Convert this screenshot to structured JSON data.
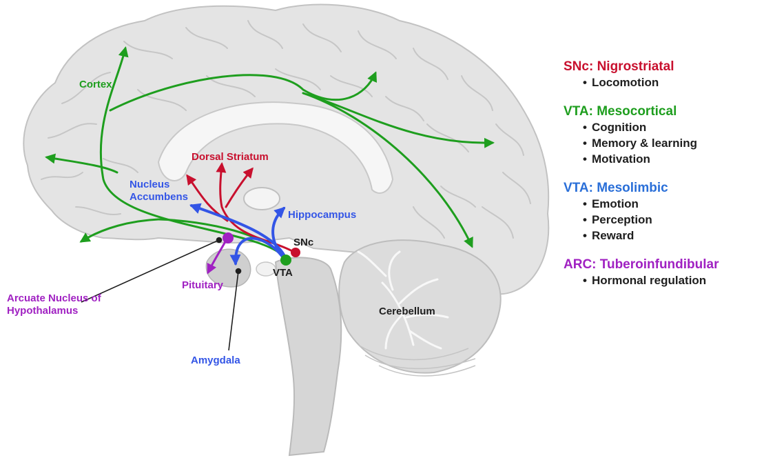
{
  "colors": {
    "red": "#c8102e",
    "green": "#1e9e1e",
    "blue": "#3355e6",
    "purple": "#a021c2",
    "dark": "#1e1e1e"
  },
  "labels": {
    "cortex": "Cortex",
    "dorsal_striatum": "Dorsal Striatum",
    "nucleus_accumbens": "Nucleus\nAccumbens",
    "hippocampus": "Hippocampus",
    "snc": "SNc",
    "vta": "VTA",
    "pituitary": "Pituitary",
    "arcuate": "Arcuate Nucleus of\nHypothalamus",
    "amygdala": "Amygdala",
    "cerebellum": "Cerebellum"
  },
  "legend": [
    {
      "title": "SNc: Nigrostriatal",
      "color": "#c8102e",
      "items": [
        "Locomotion"
      ]
    },
    {
      "title": "VTA: Mesocortical",
      "color": "#1e9e1e",
      "items": [
        "Cognition",
        "Memory & learning",
        "Motivation"
      ]
    },
    {
      "title": "VTA: Mesolimbic",
      "color": "#2a6fd8",
      "items": [
        "Emotion",
        "Perception",
        "Reward"
      ]
    },
    {
      "title": "ARC: Tuberoinfundibular",
      "color": "#a021c2",
      "items": [
        "Hormonal regulation"
      ]
    }
  ]
}
